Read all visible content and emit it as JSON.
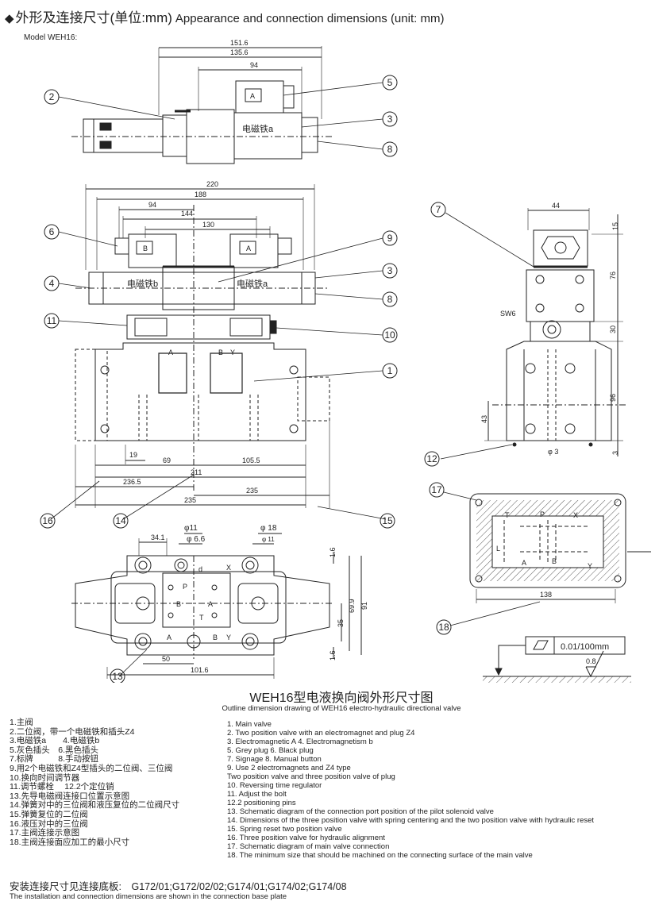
{
  "header": {
    "title_cn": "外形及连接尺寸(单位:mm)",
    "title_en": "Appearance and connection dimensions (unit: mm)",
    "model": "Model WEH16:"
  },
  "drawing": {
    "main_title_cn": "WEH16型电液换向阀外形尺寸图",
    "main_title_en": "Outline dimension drawing of WEH16 electro-hydraulic directional valve",
    "labels": {
      "magnet_a": "电磁铁a",
      "magnet_b": "电磁铁b",
      "plug_a": "A",
      "plug_b": "B",
      "port_a": "A",
      "port_b": "B",
      "port_y": "Y",
      "port_p": "P",
      "port_t": "T",
      "port_x": "X",
      "port_l": "L",
      "port_d": "d",
      "sw6": "SW6",
      "tolerance": "0.01/100mm",
      "roughness": "0.8"
    },
    "dims": {
      "d151_6": "151.6",
      "d135_6": "135.6",
      "d94a": "94",
      "d220": "220",
      "d188": "188",
      "d94b": "94",
      "d144": "144",
      "d130": "130",
      "d19": "19",
      "d69": "69",
      "d105_5": "105.5",
      "d236_5": "236.5",
      "d211": "211",
      "d235a": "235",
      "d235b": "235",
      "d44": "44",
      "d15": "15",
      "d76": "76",
      "d30": "30",
      "d96": "96",
      "d43": "43",
      "d3": "3",
      "phi3": "φ 3",
      "phi11": "φ11",
      "phi6_6": "φ 6.6",
      "phi18": "φ 18",
      "phi11b": "φ 11",
      "d34_1": "34.1",
      "d1_6a": "1.6",
      "d1_6b": "1.6",
      "d69_9": "69.9",
      "d91": "91",
      "d35": "35",
      "d50": "50",
      "d101_6": "101.6",
      "d138": "138"
    },
    "callouts": [
      "1",
      "2",
      "3",
      "4",
      "5",
      "6",
      "7",
      "8",
      "9",
      "10",
      "11",
      "12",
      "13",
      "14",
      "15",
      "16",
      "17",
      "18"
    ]
  },
  "legend_cn": [
    "1.主阀",
    "2.二位阀，带一个电磁铁和插头Z4",
    "3.电磁铁a　　4.电磁铁b",
    "5.灰色插头　6.黑色插头",
    "7.标牌　　　8.手动按钮",
    "9.用2个电磁铁和Z4型插头的二位阀、三位阀",
    "10.换向时间调节器",
    "11.调节螺栓　  12.2个定位销",
    "13.先导电磁阀连接口位置示意图",
    "14.弹簧对中的三位阀和液压复位的二位阀尺寸",
    "15.弹簧复位的二位阀",
    "16.液压对中的三位阀",
    "17.主阀连接示意图",
    "18.主阀连接面应加工的最小尺寸"
  ],
  "legend_en": [
    "1. Main valve",
    "2. Two position valve with an electromagnet and plug Z4",
    "3. Electromagnetic A                  4. Electromagnetism b",
    "5. Grey plug                              6. Black plug",
    "7. Signage                                8. Manual button",
    "9. Use 2 electromagnets and Z4 type",
    "Two position valve and three position valve of plug",
    "10. Reversing time regulator",
    "11. Adjust the bolt",
    "12.2 positioning pins",
    "13. Schematic diagram of the connection port position of the pilot solenoid valve",
    "14. Dimensions of the three position valve with spring centering and the two position valve with hydraulic reset",
    "15. Spring reset two position valve",
    "16. Three position valve for hydraulic alignment",
    "17. Schematic diagram of main valve connection",
    "18. The minimum size that should be machined on the connecting surface of the main valve"
  ],
  "footer": {
    "cn": "安装连接尺寸见连接底板:　G172/01;G172/02/02;G174/01;G174/02;G174/08",
    "en": "The installation and connection dimensions are shown in the connection base plate"
  }
}
